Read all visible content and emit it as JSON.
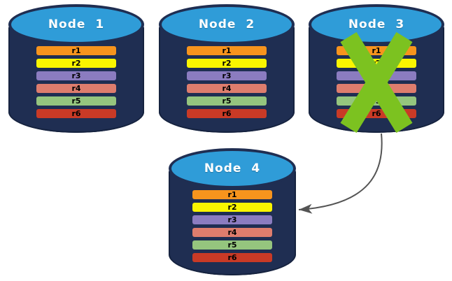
{
  "nodes": [
    {
      "label": "Node 1",
      "rows": [
        "r1",
        "r2",
        "r3",
        "r4",
        "r5",
        "r6"
      ],
      "status": "active"
    },
    {
      "label": "Node 2",
      "rows": [
        "r1",
        "r2",
        "r3",
        "r4",
        "r5",
        "r6"
      ],
      "status": "active"
    },
    {
      "label": "Node 3",
      "rows": [
        "r1",
        "r2",
        "r3",
        "r4",
        "r5",
        "r6"
      ],
      "status": "failed"
    },
    {
      "label": "Node 4",
      "rows": [
        "r1",
        "r2",
        "r3",
        "r4",
        "r5",
        "r6"
      ],
      "status": "active"
    }
  ],
  "row_colors": {
    "r1": "#F7941D",
    "r2": "#FAF500",
    "r3": "#8B7CC0",
    "r4": "#DE7D6D",
    "r5": "#95C57E",
    "r6": "#C93A26"
  },
  "colors": {
    "cylinder-body": "#1F2E52",
    "cylinder-outline": "#16233F",
    "cylinder-top": "#2F9CD8",
    "node-label": "#FFFFFF",
    "row-text": "#000000",
    "fail-x": "#7CC220",
    "arrow": "#545454",
    "background": "#FFFFFF"
  },
  "arrow": {
    "from": "Node 3",
    "to": "Node 4"
  }
}
